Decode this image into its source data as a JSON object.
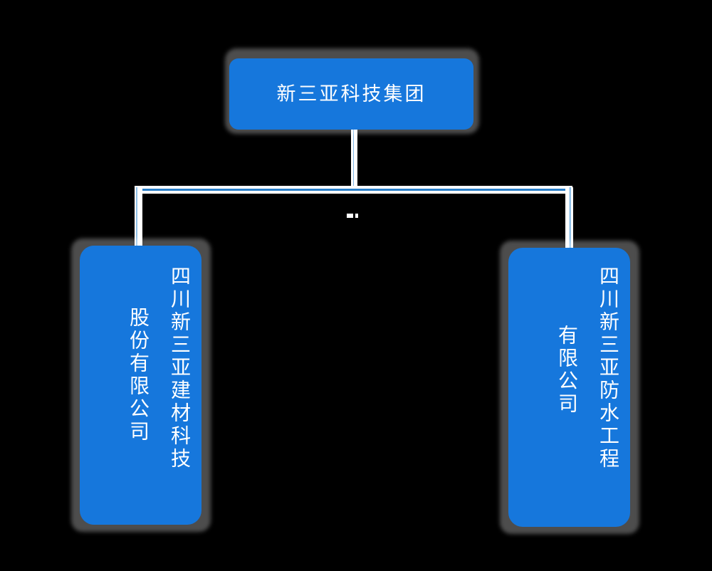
{
  "diagram": {
    "type": "organization-chart",
    "background_color": "#000000",
    "node_color": "#1677dc",
    "text_color": "#ffffff",
    "connector_color": "#ffffff",
    "connector_accent_color": "#2a7fc9",
    "root": {
      "label": "新三亚科技集团"
    },
    "children": [
      {
        "id": "left",
        "column_main": "四川新三亚建材科技",
        "column_sub": "股份有限公司",
        "full_name": "四川新三亚建材科技股份有限公司"
      },
      {
        "id": "right",
        "column_main": "四川新三亚防水工程",
        "column_sub": "有限公司",
        "full_name": "四川新三亚防水工程有限公司"
      }
    ]
  }
}
